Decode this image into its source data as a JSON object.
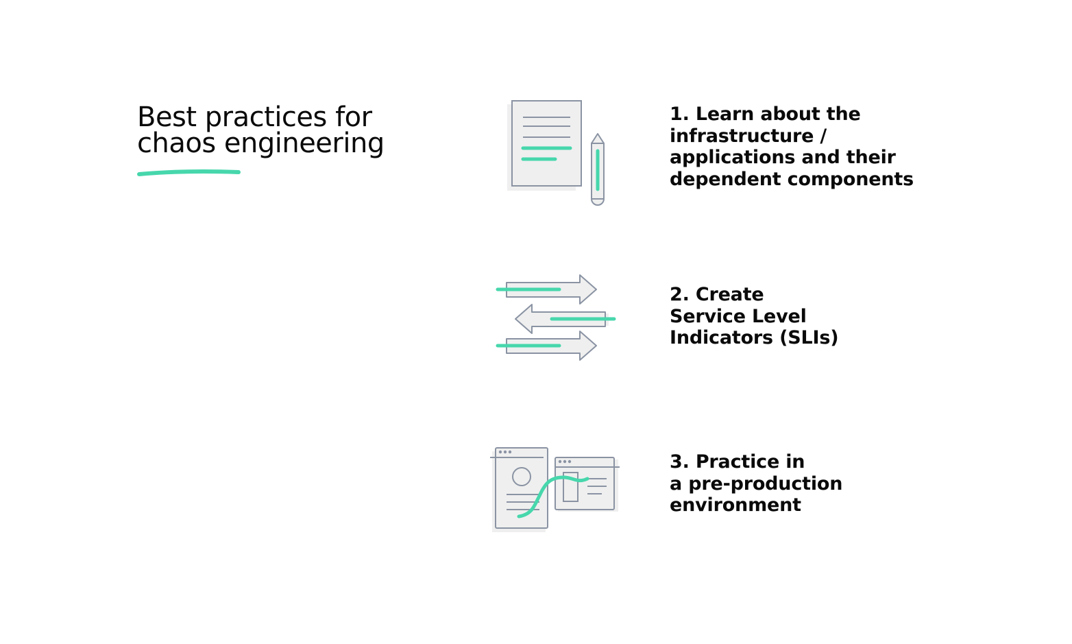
{
  "title": {
    "lines": [
      "Best practices for",
      "chaos engineering"
    ],
    "underline_color": "#47d7ac"
  },
  "colors": {
    "accent": "#47d7ac",
    "outline": "#8a93a3",
    "fill": "#efefef",
    "text": "#0a0a0a"
  },
  "steps": [
    {
      "number": "1.",
      "lines": [
        "1. Learn about the",
        "infrastructure /",
        "applications and their",
        "dependent components"
      ],
      "icon": "document-pencil-icon"
    },
    {
      "number": "2.",
      "lines": [
        "2. Create",
        "Service Level",
        "Indicators (SLIs)"
      ],
      "icon": "bidirectional-arrows-icon"
    },
    {
      "number": "3.",
      "lines": [
        "3. Practice in",
        "a pre-production",
        "environment"
      ],
      "icon": "connected-windows-icon"
    }
  ]
}
